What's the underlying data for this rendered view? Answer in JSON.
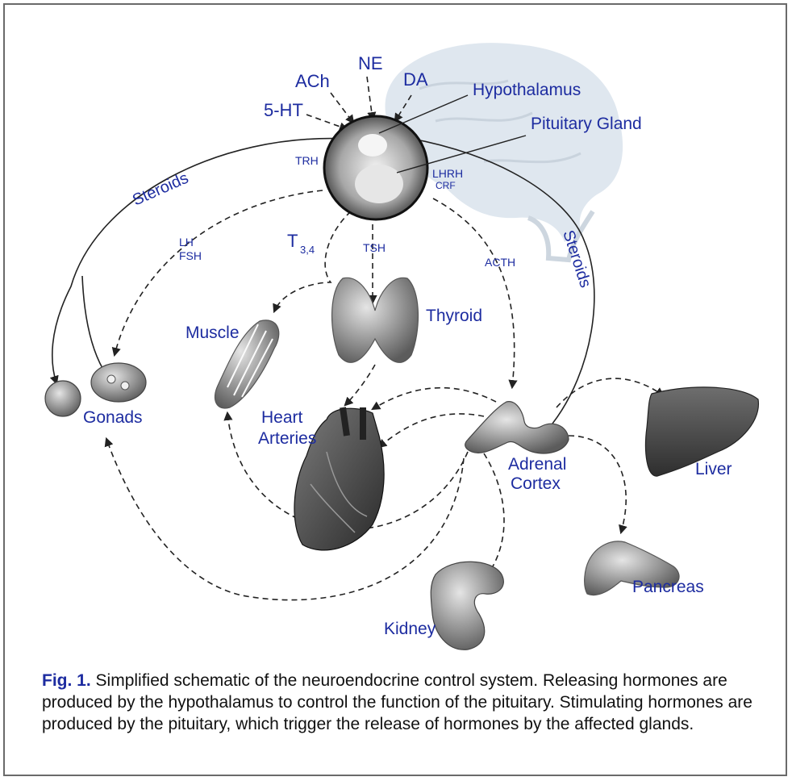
{
  "labels": {
    "ne": "NE",
    "ach": "ACh",
    "da": "DA",
    "ht5": "5-HT",
    "hypothalamus": "Hypothalamus",
    "pituitary": "Pituitary Gland",
    "trh": "TRH",
    "lhrh": "LHRH",
    "crf": "CRF",
    "steroids_left": "Steroids",
    "steroids_right": "Steroids",
    "lh": "LH",
    "fsh": "FSH",
    "t34": "T",
    "t34_sub": "3,4",
    "tsh": "TSH",
    "acth": "ACTH",
    "muscle": "Muscle",
    "thyroid": "Thyroid",
    "gonads": "Gonads",
    "heart": "Heart",
    "arteries": "Arteries",
    "adrenal": "Adrenal",
    "cortex": "Cortex",
    "liver": "Liver",
    "pancreas": "Pancreas",
    "kidney": "Kidney"
  },
  "caption": {
    "fig": "Fig. 1.",
    "text": "Simplified schematic of the neuroendocrine control system. Releasing hormones are produced by the hypothalamus to control the function of the pituitary. Stimulating hormones are produced by the pituitary, which trigger the release of hormones by the affected glands."
  },
  "colors": {
    "label": "#1d2ca0",
    "brain": "#dde6ee",
    "organ": "#8a8a8a",
    "arrow": "#222222"
  }
}
